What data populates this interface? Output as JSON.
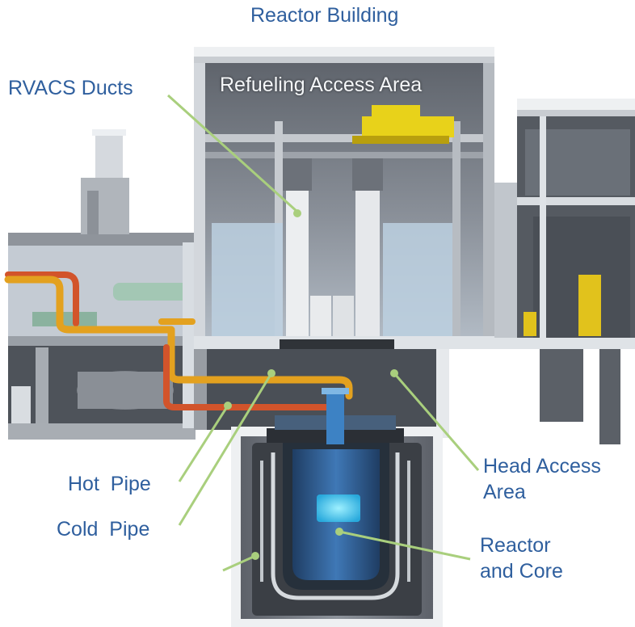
{
  "title": "Reactor Building",
  "labels": {
    "rvacs": "RVACS Ducts",
    "refueling": "Refueling Access Area",
    "hot_pipe": "Hot  Pipe",
    "cold_pipe": "Cold  Pipe",
    "head_access_1": "Head Access",
    "head_access_2": "Area",
    "reactor_1": "Reactor",
    "reactor_2": "and Core"
  },
  "colors": {
    "label_text": "#2f5f9e",
    "leader_line": "#a9cf7d",
    "hot_pipe": "#e3a11f",
    "cold_pipe": "#d2542b",
    "crane": "#e8d21a",
    "core": "#3ab8e6"
  }
}
